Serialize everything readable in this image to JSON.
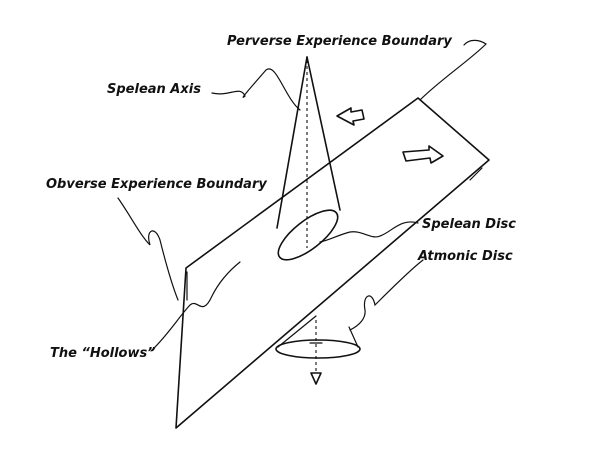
{
  "labels": {
    "perverse_boundary": "Perverse Experience Boundary",
    "spelean_axis": "Spelean Axis",
    "obverse_boundary": "Obverse Experience Boundary",
    "spelean_disc": "Spelean Disc",
    "atmonic_disc": "Atmonic Disc",
    "hollows": "The “Hollows”"
  },
  "colors": {
    "ink": "#111111",
    "background": "#ffffff"
  }
}
